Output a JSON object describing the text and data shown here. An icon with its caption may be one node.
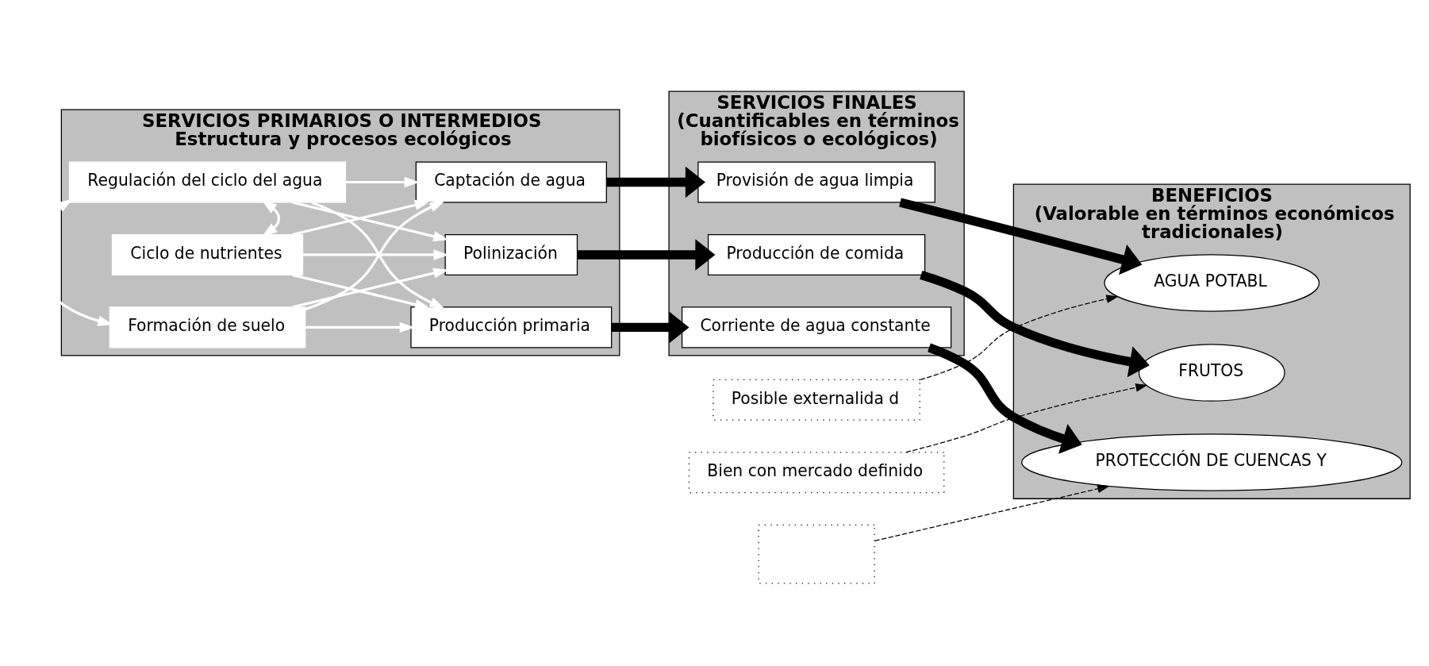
{
  "diagram": {
    "nodes": [
      {
        "text": [
          "SERVICIOS PRIMARIOS O INTERMEDIOS",
          "Estructura y procesos ecológicos"
        ]
      },
      {
        "text": [
          "SERVICIOS FINALES",
          "(Cuantificables en términos biofísicos o ecológicos)"
        ]
      },
      {
        "text": [
          "BENEFICIOS",
          "(Valorable en términos económicos tradicionales)"
        ]
      },
      {
        "text": [
          "Ciclo de nutrientes"
        ],
        "in": 0
      },
      {
        "text": [
          "Regulación del ciclo del agua"
        ],
        "in": 0
      },
      {
        "text": [
          "Formación de suelo"
        ],
        "in": 0
      },
      {
        "text": [
          "Captación de agua"
        ],
        "in": 0
      },
      {
        "text": [
          "Polinización"
        ],
        "in": 0
      },
      {
        "text": [
          "Producción primaria"
        ],
        "in": 0
      },
      {
        "text": [
          "Provisión de agua limpia"
        ],
        "in": 1
      },
      {
        "text": [
          "Producción de comida"
        ],
        "in": 1
      },
      {
        "text": [
          "Corriente de agua constante"
        ],
        "in": 1
      },
      {
        "text": [
          "AGUA POTABL"
        ],
        "in": 2
      },
      {
        "text": [
          "FRUTOS"
        ],
        "in": 2
      },
      {
        "text": [
          "PROTECCIÓN DE CUENCAS Y"
        ],
        "in": 2
      },
      {
        "text": [
          "Posible externalida d"
        ]
      },
      {
        "text": [
          "Bien con mercado definido"
        ]
      },
      {
        "text": [],
        "shape": "box"
      }
    ],
    "edges": [
      {
        "from": 3,
        "to": 4,
        "arrow": "both",
        "color": "#ffffff"
      },
      {
        "from": 4,
        "to": 5,
        "arrow": "both",
        "color": "#ffffff"
      },
      {
        "from": 3,
        "to": 6,
        "arrow": "to",
        "color": "#ffffff"
      },
      {
        "from": 3,
        "to": 7,
        "arrow": "to",
        "color": "#ffffff"
      },
      {
        "from": 3,
        "to": 8,
        "arrow": "to",
        "color": "#ffffff"
      },
      {
        "from": 4,
        "to": 6,
        "arrow": "to",
        "color": "#ffffff"
      },
      {
        "from": 4,
        "to": 7,
        "arrow": "to",
        "color": "#ffffff"
      },
      {
        "from": 4,
        "to": 8,
        "arrow": "to",
        "color": "#ffffff"
      },
      {
        "from": 5,
        "to": 6,
        "arrow": "to",
        "color": "#ffffff"
      },
      {
        "from": 5,
        "to": 7,
        "arrow": "to",
        "color": "#ffffff"
      },
      {
        "from": 5,
        "to": 8,
        "arrow": "to",
        "color": "#ffffff"
      },
      {
        "from": 6,
        "to": 9,
        "arrow": "to",
        "style": "thick",
        "color": "#000000"
      },
      {
        "from": 7,
        "to": 10,
        "arrow": "to",
        "style": "thick",
        "color": "#000000"
      },
      {
        "from": 8,
        "to": 11,
        "arrow": "to",
        "style": "thick",
        "color": "#000000"
      },
      {
        "from": 9,
        "to": 12,
        "arrow": "to",
        "style": "thick",
        "color": "#000000"
      },
      {
        "from": 10,
        "to": 13,
        "arrow": "to",
        "style": "thick",
        "color": "#000000"
      },
      {
        "from": 11,
        "to": 14,
        "arrow": "to",
        "style": "thick",
        "color": "#000000"
      },
      {
        "from": 15,
        "to": 12,
        "arrow": "to",
        "style": "dashed",
        "color": "#000000"
      },
      {
        "from": 16,
        "to": 13,
        "arrow": "to",
        "style": "dashed",
        "color": "#000000"
      },
      {
        "from": 17,
        "to": 14,
        "arrow": "to",
        "style": "dashed",
        "color": "#000000"
      }
    ]
  }
}
